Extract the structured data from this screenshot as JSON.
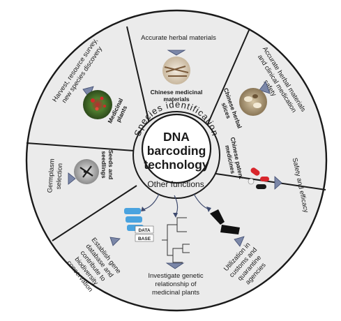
{
  "colors": {
    "background": "#ebebeb",
    "outer_ring": "#1a1a1a",
    "arrow_fill": "#7b87a8",
    "arrow_stroke": "#3e4a6e",
    "dna_bar_blue": "#4aa3df"
  },
  "core": {
    "title_line1": "DNA",
    "title_line2": "barcoding",
    "title_line3": "technology"
  },
  "ring": {
    "species_label": "Species identification",
    "other_label": "Other functions"
  },
  "segments": {
    "accurate_herbal": "Accurate herbal materials",
    "harvest_line1": "Harvest, resource survey,",
    "harvest_line2": "new species discovery",
    "clinical_line1": "Accurate herbal materials",
    "clinical_line2": "and clinical medication",
    "clinical_line3": "safety",
    "safety_efficacy": "Safety and efficacy",
    "germplasm_line1": "Germplasm",
    "germplasm_line2": "selection",
    "gene_db_line1": "Establish gene",
    "gene_db_line2": "database and",
    "gene_db_line3": "contribute to",
    "gene_db_line4": "biodiversity",
    "gene_db_line5": "conservation",
    "genetic_line1": "Investigate genetic",
    "genetic_line2": "relationship of",
    "genetic_line3": "medicinal plants",
    "customs_line1": "Utilization in",
    "customs_line2": "customs and",
    "customs_line3": "quarantine",
    "customs_line4": "agencies"
  },
  "photo_labels": {
    "medicinal_line1": "Medicinal",
    "medicinal_line2": "plants",
    "chinese_materials_line1": "Chinese medicinal",
    "chinese_materials_line2": "materials",
    "herbal_slices_line1": "Chinese herbal",
    "herbal_slices_line2": "slices",
    "patent_line1": "Chinese patent",
    "patent_line2": "medicines",
    "seeds_line1": "Seeds and",
    "seeds_line2": "seedlings"
  },
  "database_tags": {
    "tag1": "DATA",
    "tag2": "BASE"
  }
}
